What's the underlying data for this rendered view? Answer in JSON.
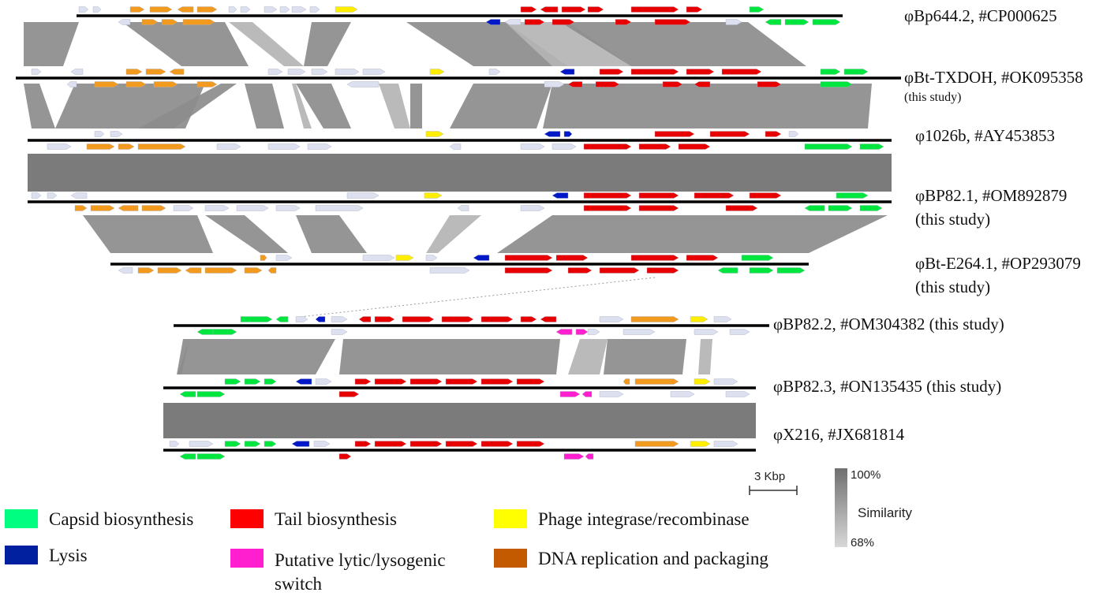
{
  "genomes": [
    {
      "name": "φBp644.2, #CP000625",
      "sub": ""
    },
    {
      "name": "φBt-TXDOH, #OK095358",
      "sub": "(this study)"
    },
    {
      "name": "φ1026b, #AY453853",
      "sub": ""
    },
    {
      "name": "φBP82.1, #OM892879",
      "sub": "(this study)"
    },
    {
      "name": "φBt-E264.1, #OP293079",
      "sub": "(this study)"
    },
    {
      "name": "φBP82.2, #OM304382 (this study)",
      "sub": ""
    },
    {
      "name": "φBP82.3, #ON135435 (this study)",
      "sub": ""
    },
    {
      "name": "φX216, #JX681814",
      "sub": ""
    }
  ],
  "scale": {
    "label": "3 Kbp"
  },
  "similarity": {
    "label": "Similarity",
    "max": "100%",
    "min": "68%"
  },
  "legend": [
    {
      "label": "Capsid biosynthesis",
      "color": "#00ff80"
    },
    {
      "label": "Tail biosynthesis",
      "color": "#ff0000"
    },
    {
      "label": "Phage integrase/recombinase",
      "color": "#ffff00"
    },
    {
      "label": "Lysis",
      "color": "#00209f"
    },
    {
      "label": "Putative lytic/lysogenic switch",
      "color": "#ff1fcf"
    },
    {
      "label": "DNA replication and packaging",
      "color": "#c35a00"
    }
  ],
  "colors": {
    "capsid": "#00e63f",
    "tail": "#e80000",
    "integrase": "#ffee00",
    "lysis": "#0018c8",
    "switch": "#ff1fcf",
    "dna": "#f29a1e",
    "hypothetical": "#dde0ee",
    "backbone": "#000000",
    "identity": "#8c8c8c",
    "identity_dark": "#707070",
    "identity_light": "#b4b4b4"
  }
}
